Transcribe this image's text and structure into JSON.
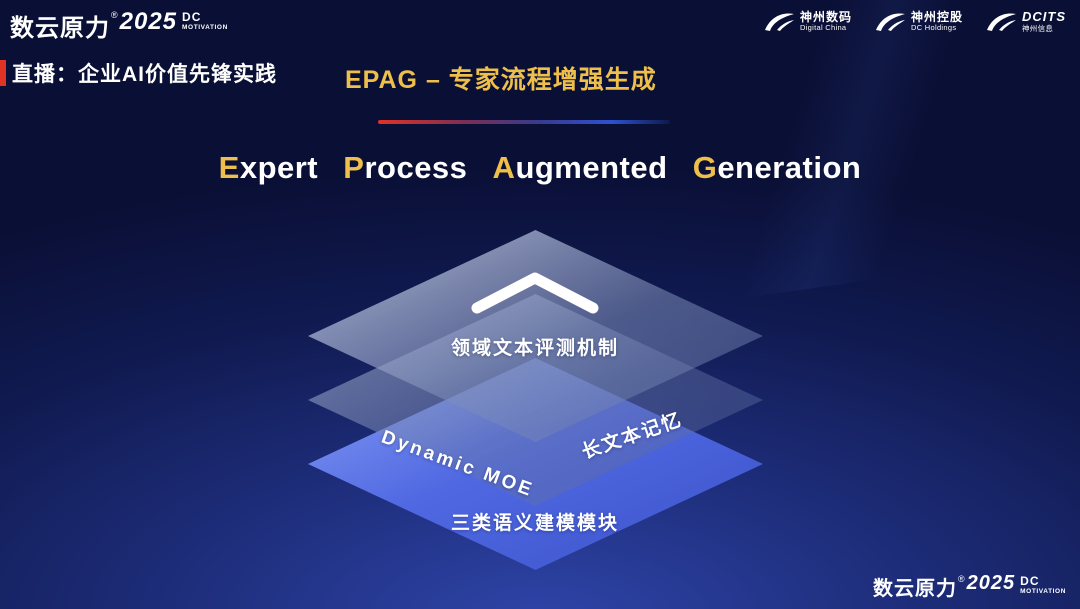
{
  "brand": {
    "logo_main": "数云原力",
    "logo_reg": "®",
    "logo_year": "2025",
    "logo_sub1": "DC",
    "logo_sub2": "MOTIVATION"
  },
  "header": {
    "live_label": "直播：企业AI价值先锋实践",
    "title": "EPAG – 专家流程增强生成"
  },
  "headline": {
    "words": [
      {
        "initial": "E",
        "rest": "xpert"
      },
      {
        "initial": "P",
        "rest": "rocess"
      },
      {
        "initial": "A",
        "rest": "ugmented"
      },
      {
        "initial": "G",
        "rest": "eneration"
      }
    ]
  },
  "diagram": {
    "layers": [
      {
        "label": "领域文本评测机制"
      },
      {
        "label_left": "Dynamic MOE",
        "label_right": "长文本记忆"
      },
      {
        "label": "三类语义建模模块"
      }
    ]
  },
  "partners": [
    {
      "name": "神州数码",
      "sub": "Digital China"
    },
    {
      "name": "神州控股",
      "sub": "DC Holdings"
    },
    {
      "name": "DCITS",
      "sub": "神州信息"
    }
  ],
  "colors": {
    "gold": "#eebf4a",
    "red": "#e03225",
    "layer_blue": "#4a63dd"
  }
}
